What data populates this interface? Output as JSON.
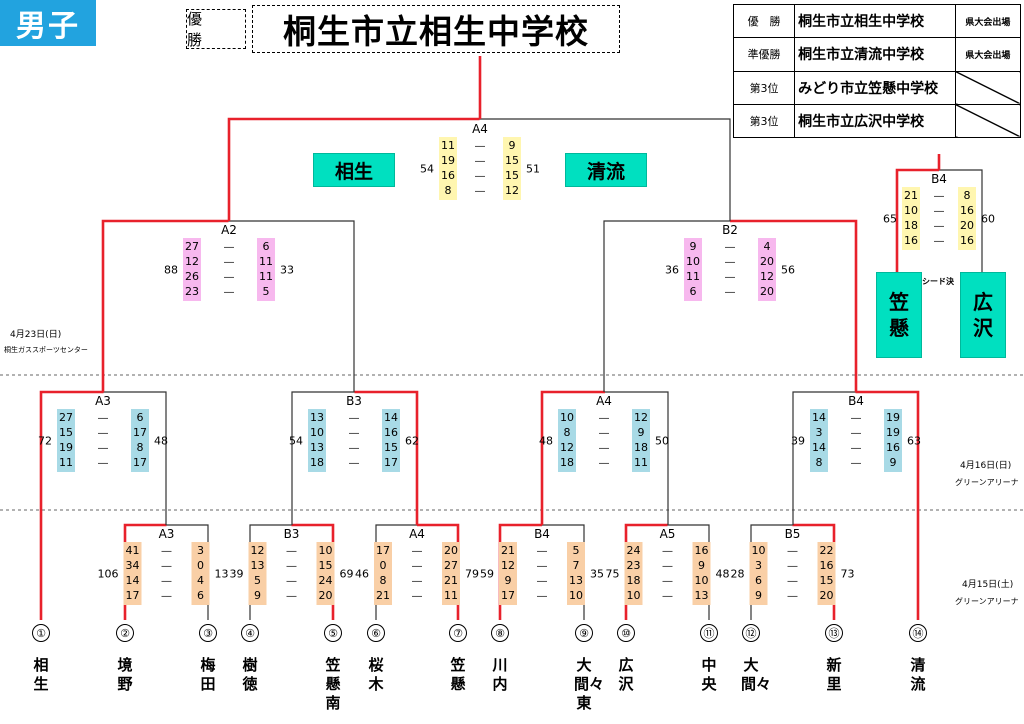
{
  "category": "男子",
  "winner": {
    "label": "優　勝",
    "school": "桐生市立相生中学校"
  },
  "results": [
    {
      "rank": "優　勝",
      "school": "桐生市立相生中学校",
      "note": "県大会出場"
    },
    {
      "rank": "準優勝",
      "school": "桐生市立清流中学校",
      "note": "県大会出場"
    },
    {
      "rank": "第3位",
      "school": "みどり市立笠懸中学校",
      "note": ""
    },
    {
      "rank": "第3位",
      "school": "桐生市立広沢中学校",
      "note": ""
    }
  ],
  "final_highlights": {
    "left": "相生",
    "right": "清流"
  },
  "seed_highlights": {
    "left": "笠懸",
    "right": "広沢",
    "note": "シード決"
  },
  "dates": [
    {
      "date": "4月23日(日)",
      "venue": "桐生ガススポーツセンター"
    },
    {
      "date": "4月16日(日)",
      "venue": "グリーンアリーナ"
    },
    {
      "date": "4月15日(土)",
      "venue": "グリーンアリーナ"
    }
  ],
  "colors": {
    "winner_path": "#e8212b",
    "line": "#333333",
    "final": "#fff6b0",
    "semi": "#f7b8ee",
    "quarter": "#a8dae6",
    "first": "#f9cfa6",
    "highlight": "#00e0c0",
    "badge": "#22a3df"
  },
  "chart_data": {
    "type": "table",
    "teams": [
      {
        "num": "①",
        "name": "相生"
      },
      {
        "num": "②",
        "name": "境野"
      },
      {
        "num": "③",
        "name": "梅田"
      },
      {
        "num": "④",
        "name": "樹徳"
      },
      {
        "num": "⑤",
        "name": "笠懸南"
      },
      {
        "num": "⑥",
        "name": "桜木"
      },
      {
        "num": "⑦",
        "name": "笠懸"
      },
      {
        "num": "⑧",
        "name": "川内"
      },
      {
        "num": "⑨",
        "name": "大間々東"
      },
      {
        "num": "⑩",
        "name": "広沢"
      },
      {
        "num": "⑪",
        "name": "中央"
      },
      {
        "num": "⑫",
        "name": "大間々"
      },
      {
        "num": "⑬",
        "name": "新里"
      },
      {
        "num": "⑭",
        "name": "清流"
      }
    ],
    "matches": [
      {
        "id": "r1a3",
        "court": "A3",
        "left_sets": [
          41,
          34,
          14,
          17
        ],
        "right_sets": [
          3,
          0,
          4,
          6
        ],
        "left_total": 106,
        "right_total": 13
      },
      {
        "id": "r1b3",
        "court": "B3",
        "left_sets": [
          12,
          13,
          5,
          9
        ],
        "right_sets": [
          10,
          15,
          24,
          20
        ],
        "left_total": 39,
        "right_total": 69
      },
      {
        "id": "r1a4",
        "court": "A4",
        "left_sets": [
          17,
          0,
          8,
          21
        ],
        "right_sets": [
          20,
          27,
          21,
          11
        ],
        "left_total": 46,
        "right_total": 79
      },
      {
        "id": "r1b4",
        "court": "B4",
        "left_sets": [
          21,
          12,
          9,
          17
        ],
        "right_sets": [
          5,
          7,
          13,
          10
        ],
        "left_total": 59,
        "right_total": 35
      },
      {
        "id": "r1a5",
        "court": "A5",
        "left_sets": [
          24,
          23,
          18,
          10
        ],
        "right_sets": [
          16,
          9,
          10,
          13
        ],
        "left_total": 75,
        "right_total": 48
      },
      {
        "id": "r1b5",
        "court": "B5",
        "left_sets": [
          10,
          3,
          6,
          9
        ],
        "right_sets": [
          22,
          16,
          15,
          20
        ],
        "left_total": 28,
        "right_total": 73
      },
      {
        "id": "r2a3",
        "court": "A3",
        "left_sets": [
          27,
          15,
          19,
          11
        ],
        "right_sets": [
          6,
          17,
          8,
          17
        ],
        "left_total": 72,
        "right_total": 48
      },
      {
        "id": "r2b3",
        "court": "B3",
        "left_sets": [
          13,
          10,
          13,
          18
        ],
        "right_sets": [
          14,
          16,
          15,
          17
        ],
        "left_total": 54,
        "right_total": 62
      },
      {
        "id": "r2a4",
        "court": "A4",
        "left_sets": [
          10,
          8,
          12,
          18
        ],
        "right_sets": [
          12,
          9,
          18,
          11
        ],
        "left_total": 48,
        "right_total": 50
      },
      {
        "id": "r2b4",
        "court": "B4",
        "left_sets": [
          14,
          3,
          14,
          8
        ],
        "right_sets": [
          19,
          19,
          16,
          9
        ],
        "left_total": 39,
        "right_total": 63
      },
      {
        "id": "sfa2",
        "court": "A2",
        "left_sets": [
          27,
          12,
          26,
          23
        ],
        "right_sets": [
          6,
          11,
          11,
          5
        ],
        "left_total": 88,
        "right_total": 33
      },
      {
        "id": "sfb2",
        "court": "B2",
        "left_sets": [
          9,
          10,
          11,
          6
        ],
        "right_sets": [
          4,
          20,
          12,
          20
        ],
        "left_total": 36,
        "right_total": 56
      },
      {
        "id": "seed",
        "court": "B4",
        "left_sets": [
          21,
          10,
          18,
          16
        ],
        "right_sets": [
          8,
          16,
          20,
          16
        ],
        "left_total": 65,
        "right_total": 60
      },
      {
        "id": "final",
        "court": "A4",
        "left_sets": [
          11,
          19,
          16,
          8
        ],
        "right_sets": [
          9,
          15,
          15,
          12
        ],
        "left_total": 54,
        "right_total": 51
      }
    ]
  }
}
